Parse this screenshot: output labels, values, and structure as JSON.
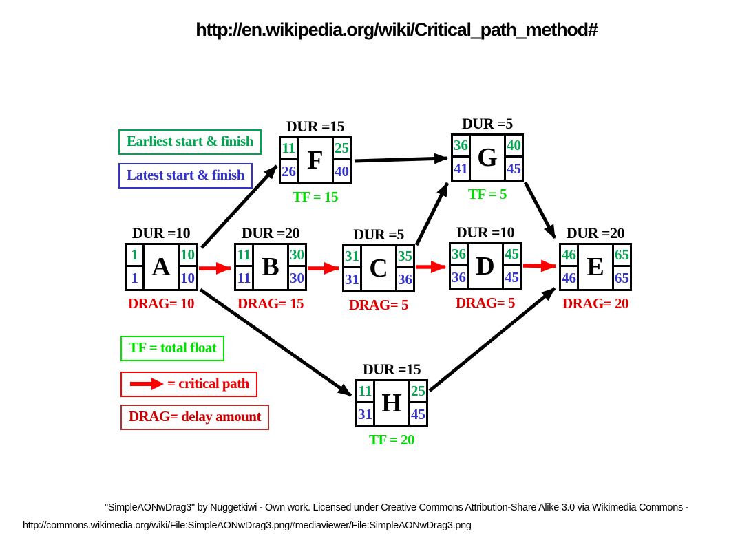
{
  "title": "http://en.wikipedia.org/wiki/Critical_path_method#",
  "legend": {
    "earliest": "Earliest start & finish",
    "latest": "Latest start & finish",
    "tf": "TF = total float",
    "critical": "= critical path",
    "drag": "DRAG= delay amount"
  },
  "nodes": [
    {
      "id": "A",
      "label": "A",
      "dur": "DUR =10",
      "es": "1",
      "ef": "10",
      "ls": "1",
      "lf": "10",
      "below": "DRAG= 10"
    },
    {
      "id": "B",
      "label": "B",
      "dur": "DUR =20",
      "es": "11",
      "ef": "30",
      "ls": "11",
      "lf": "30",
      "below": "DRAG= 15"
    },
    {
      "id": "C",
      "label": "C",
      "dur": "DUR =5",
      "es": "31",
      "ef": "35",
      "ls": "31",
      "lf": "36",
      "below": "DRAG= 5"
    },
    {
      "id": "D",
      "label": "D",
      "dur": "DUR =10",
      "es": "36",
      "ef": "45",
      "ls": "36",
      "lf": "45",
      "below": "DRAG= 5"
    },
    {
      "id": "E",
      "label": "E",
      "dur": "DUR =20",
      "es": "46",
      "ef": "65",
      "ls": "46",
      "lf": "65",
      "below": "DRAG= 20"
    },
    {
      "id": "F",
      "label": "F",
      "dur": "DUR =15",
      "es": "11",
      "ef": "25",
      "ls": "26",
      "lf": "40",
      "below": "TF = 15"
    },
    {
      "id": "G",
      "label": "G",
      "dur": "DUR =5",
      "es": "36",
      "ef": "40",
      "ls": "41",
      "lf": "45",
      "below": "TF = 5"
    },
    {
      "id": "H",
      "label": "H",
      "dur": "DUR =15",
      "es": "11",
      "ef": "25",
      "ls": "31",
      "lf": "45",
      "below": "TF = 20"
    }
  ],
  "edges": [
    {
      "from": "A",
      "to": "F",
      "critical": false
    },
    {
      "from": "A",
      "to": "B",
      "critical": true
    },
    {
      "from": "A",
      "to": "H",
      "critical": false
    },
    {
      "from": "B",
      "to": "C",
      "critical": true
    },
    {
      "from": "C",
      "to": "G",
      "critical": false
    },
    {
      "from": "C",
      "to": "D",
      "critical": true
    },
    {
      "from": "D",
      "to": "E",
      "critical": true
    },
    {
      "from": "F",
      "to": "G",
      "critical": false
    },
    {
      "from": "G",
      "to": "E",
      "critical": false
    },
    {
      "from": "H",
      "to": "E",
      "critical": false
    }
  ],
  "caption_line1": "\"SimpleAONwDrag3\" by Nuggetkiwi - Own work. Licensed under Creative Commons Attribution-Share Alike 3.0 via Wikimedia Commons -",
  "caption_line2": "http://commons.wikimedia.org/wiki/File:SimpleAONwDrag3.png#mediaviewer/File:SimpleAONwDrag3.png",
  "colors": {
    "earliest_green": "#00A550",
    "latest_blue": "#3333CC",
    "tf_green": "#00DE00",
    "critical_red": "#FF0000",
    "drag_red": "#DD0000",
    "edge_black": "#000000"
  }
}
